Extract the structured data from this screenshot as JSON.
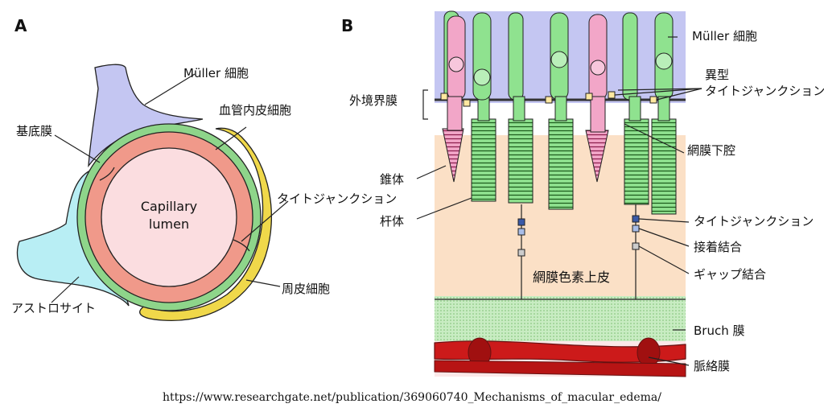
{
  "panel_a": {
    "letter": "A",
    "labels": {
      "muller": "Müller 細胞",
      "endothelial": "血管内皮細胞",
      "basement_membrane": "基底膜",
      "capillary_lumen_line1": "Capillary",
      "capillary_lumen_line2": "lumen",
      "tight_junction": "タイトジャンクション",
      "pericyte": "周皮細胞",
      "astrocyte": "アストロサイト"
    }
  },
  "panel_b": {
    "letter": "B",
    "labels": {
      "muller": "Müller 細胞",
      "atypical_tj_line1": "異型",
      "atypical_tj_line2": "タイトジャンクション",
      "external_limiting_membrane": "外境界膜",
      "subretinal_space": "網膜下腔",
      "cone": "錐体",
      "rod": "杆体",
      "tight_junction": "タイトジャンクション",
      "adherens_junction": "接着結合",
      "gap_junction": "ギャップ結合",
      "rpe": "網膜色素上皮",
      "bruch": "Bruch 膜",
      "choroid": "脈絡膜"
    }
  },
  "colors": {
    "muller": "#c4c6f2",
    "endothelium": "#f0998a",
    "lumen": "#fbdde0",
    "basement": "#8ed58a",
    "pericyte": "#f0d84a",
    "astrocyte": "#b8eef4",
    "rpe": "#fbe0c6",
    "bruch": "#c8ecc2",
    "choroid": "#cc1a1a",
    "cone": "#f2a6c8",
    "rod": "#8fe28f",
    "tj_marker": "#3a5aa8",
    "atypical_tj_marker": "#ffe8a0"
  },
  "source_url": "https://www.researchgate.net/publication/369060740_Mechanisms_of_macular_edema/"
}
